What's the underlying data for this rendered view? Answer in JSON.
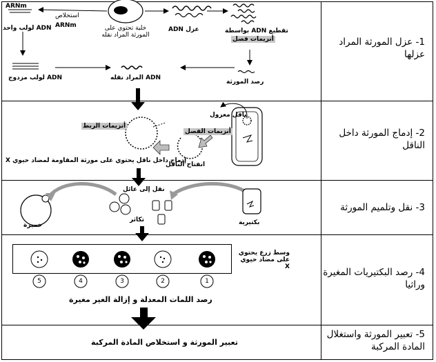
{
  "steps": [
    "1- عزل المورثة المراد عزلها",
    "2- إدماج المورثة داخل الناقل",
    "3- نقل وتلميم المورثة",
    "4- رصد البكتيريات المغيرة وراثيا",
    "5- تعبير المورثة واستغلال المادة المركبة"
  ],
  "row1": {
    "arn_m_top": "ARNm",
    "cell_caption": "خلية تحتوي على المورثة المراد نقله",
    "adn_isolate": "عزل ADN",
    "cut_adn": "تقطيع ADN بواسطة",
    "enzyme_cut": "أنزيمات فصل",
    "extract_arn": "استخلاص",
    "arn_m_mid": "ARNm",
    "adn_single": "ADN لولب واحد",
    "adn_double": "ADN لولب مزدوج",
    "adn_transfer": "ADN المراد نقله",
    "detect_gene": "رصد المورثة"
  },
  "row2": {
    "enzyme_bind": "أنزيمات الربط",
    "vector_isolated": "ناقل معزول",
    "enzyme_cut": "أنزيمات الفصل",
    "vector_open": "انفتاح الناقل",
    "insert_caption": "إدماج داخل ناقل يحتوي على مورثة المقاومة لمضاد حيوي X"
  },
  "row3": {
    "transfer_host": "نقل إلى عائل",
    "yeast": "خميرة",
    "reproduction": "تكاثر",
    "bacteria": "بكتيرية"
  },
  "row4": {
    "medium_label": "وسط زرع يحتوي على مضاد حيوي X",
    "dish_numbers": [
      "5",
      "4",
      "3",
      "2",
      "1"
    ],
    "detect_caption": "رصد اللمات المعدلة و إزالة الغير مغيرة"
  },
  "row5": {
    "caption": "تعبير المورثة و استخلاص المادة المركبة"
  },
  "colors": {
    "line": "#000000",
    "highlight": "#c6c6c6",
    "arrow_gray": "#bdbdbd"
  }
}
